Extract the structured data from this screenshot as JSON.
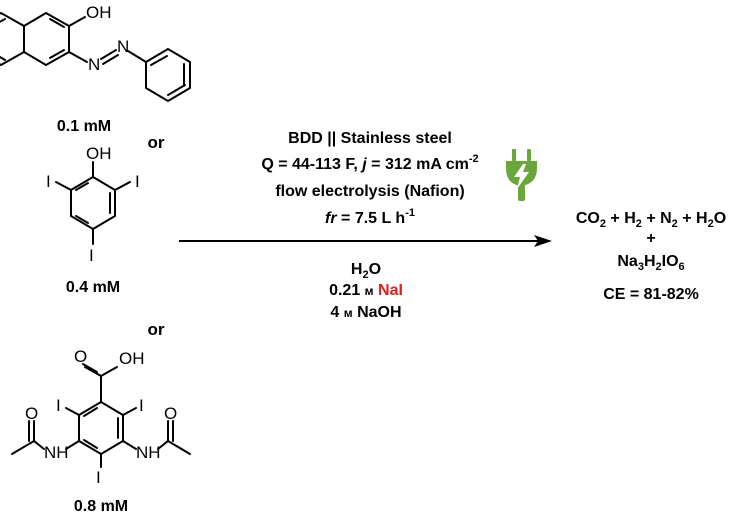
{
  "reactants": [
    {
      "id": "azo-naphthol",
      "atoms": {
        "oh": "OH",
        "n1": "N",
        "n2": "N"
      },
      "concentration": "0.1 mM"
    },
    {
      "id": "triiodophenol",
      "atoms": {
        "oh": "OH",
        "i_left": "I",
        "i_right": "I",
        "i_bottom": "I"
      },
      "concentration": "0.4 mM"
    },
    {
      "id": "diacetamido-triiodobenzoic-acid",
      "atoms": {
        "o_carbonyl": "O",
        "oh": "OH",
        "i_left": "I",
        "i_right": "I",
        "i_bottom": "I",
        "o_left": "O",
        "o_right": "O",
        "nh_left": "NH",
        "nh_right": "NH"
      },
      "concentration": "0.8 mM"
    }
  ],
  "separators": [
    "or",
    "or"
  ],
  "conditions_above": {
    "line1": "BDD || Stainless steel",
    "line2": {
      "q_prefix": "Q = 44-113 F, ",
      "j_symbol": "j",
      "j_mid": " = 312 mA cm",
      "j_exp": "-2"
    },
    "line3": "flow electrolysis (Nafion)",
    "line4": {
      "fr_symbol": "fr",
      "fr_mid": " = 7.5 L h",
      "fr_exp": "-1"
    }
  },
  "conditions_below": {
    "water": {
      "base": "H",
      "sub": "2",
      "tail": "O"
    },
    "nai": {
      "prefix": "0.21 ",
      "unit": "м",
      "space": " ",
      "highlight": "NaI"
    },
    "naoh": {
      "prefix": "4 ",
      "unit": "м",
      "rest": " NaOH"
    }
  },
  "products": {
    "line1": {
      "co": "CO",
      "co_sub": "2",
      "h": " + H",
      "h_sub": "2",
      "n": " + N",
      "n_sub": "2",
      "h2o": " + H",
      "h2o_sub": "2",
      "h2o_tail": "O"
    },
    "plus": "+",
    "line3": {
      "na": "Na",
      "na_sub": "3",
      "h": "H",
      "h_sub": "2",
      "io": "IO",
      "io_sub": "6"
    },
    "ce": "CE = 81-82%"
  },
  "colors": {
    "highlight": "#e0201b",
    "plug_icon": "#6aa63a"
  },
  "icon": "electric-plug-icon"
}
